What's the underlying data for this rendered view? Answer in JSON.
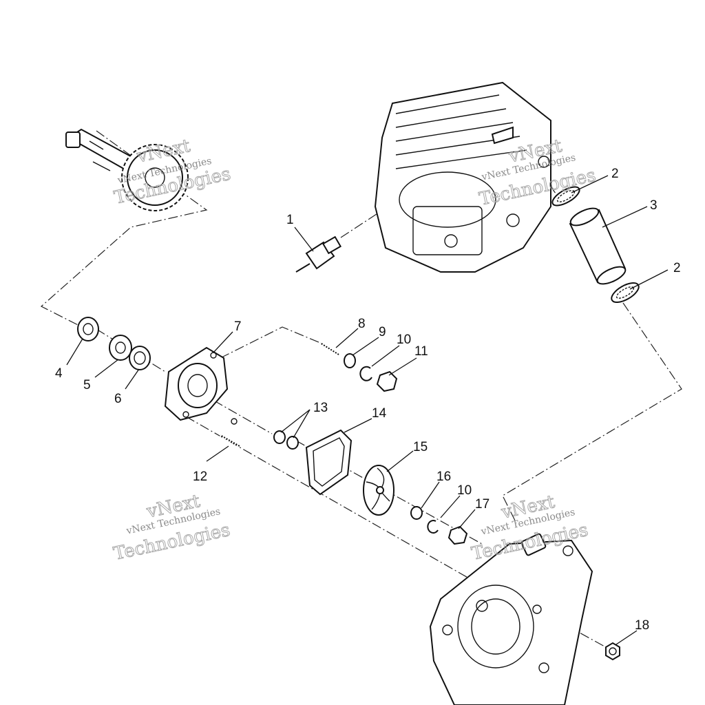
{
  "callouts": {
    "c1": "1",
    "c2a": "2",
    "c2b": "2",
    "c3": "3",
    "c4": "4",
    "c5": "5",
    "c6": "6",
    "c7": "7",
    "c8": "8",
    "c9": "9",
    "c10a": "10",
    "c10b": "10",
    "c11": "11",
    "c12": "12",
    "c13": "13",
    "c14": "14",
    "c15": "15",
    "c16": "16",
    "c17": "17",
    "c18": "18"
  },
  "watermark": {
    "small": "vNext Technologies",
    "word1": "vNext",
    "word2": "Technologies"
  }
}
